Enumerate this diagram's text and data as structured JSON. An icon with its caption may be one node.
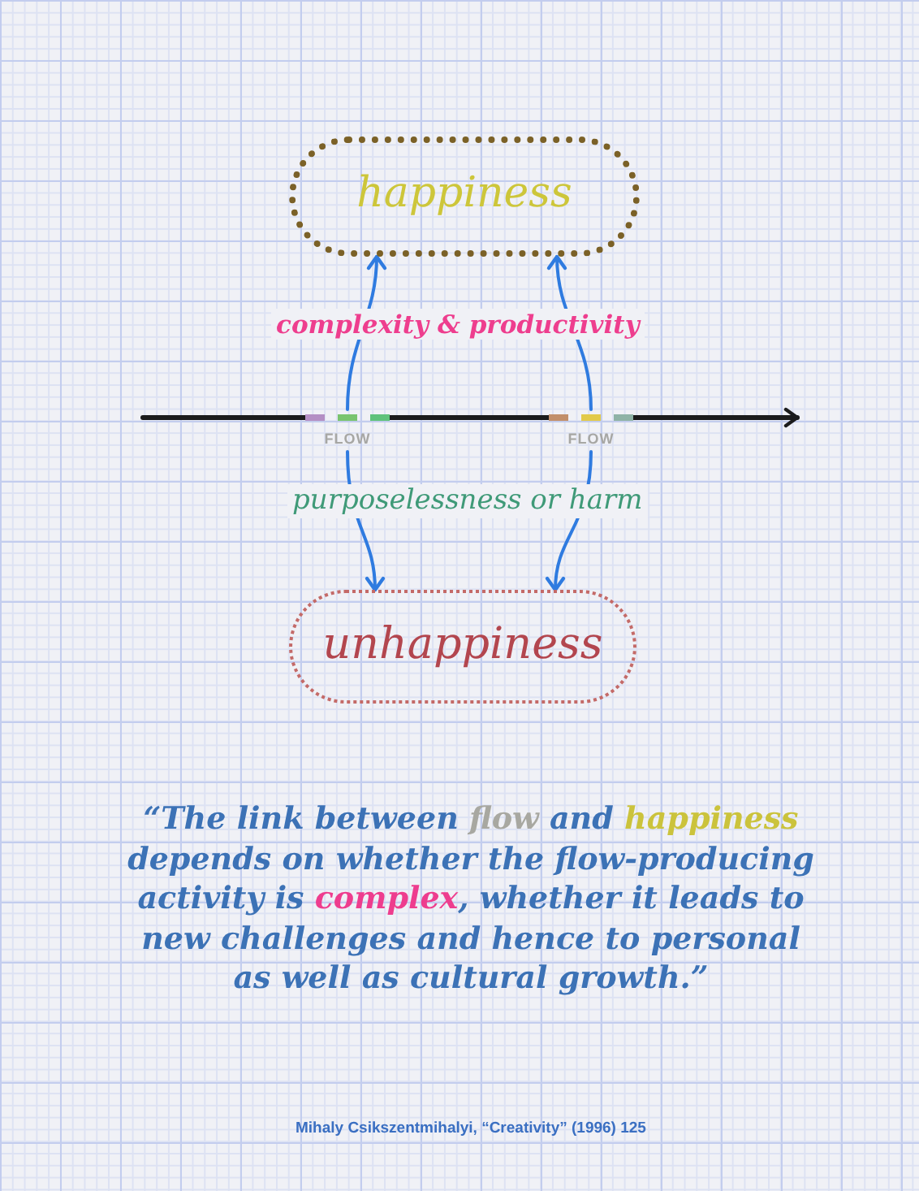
{
  "diagram": {
    "nodes": [
      {
        "text": [
          "happiness"
        ]
      },
      {
        "text": [
          "FLOW"
        ]
      },
      {
        "text": [
          "FLOW"
        ]
      },
      {
        "text": [
          "unhappiness"
        ]
      }
    ],
    "edges": [
      {
        "from": null,
        "to": 1,
        "arrow": "none",
        "color": "#1c1c1c"
      },
      {
        "from": 1,
        "to": 2,
        "arrow": "none",
        "color": "#1c1c1c"
      },
      {
        "from": 2,
        "to": null,
        "arrow": "to",
        "color": "#1c1c1c"
      },
      {
        "from": 1,
        "to": 0,
        "arrow": "to"
      },
      {
        "from": 2,
        "to": 0,
        "arrow": "to"
      },
      {
        "from": 1,
        "to": 3,
        "arrow": "to"
      },
      {
        "from": 2,
        "to": 3,
        "arrow": "to"
      }
    ],
    "labels": [
      "complexity & productivity",
      "purposelessness or harm",
      "“The link between flow and happiness depends on whether the flow-producing activity is complex, whether it leads to new challenges and hence to personal as well as cultural growth.”",
      "Mihaly Csikszentmihalyi, “Creativity” (1996) 125"
    ]
  }
}
